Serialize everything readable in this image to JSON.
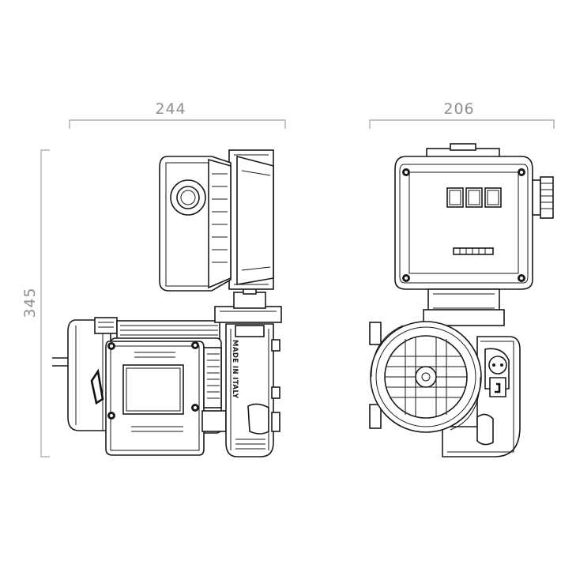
{
  "dimensions": {
    "width_side_view": "244",
    "width_front_view": "206",
    "height": "345"
  },
  "markings": {
    "origin_stamp": "MADE IN ITALY"
  },
  "colors": {
    "line_art": "#1a1a1a",
    "dimension": "#a4a4a4",
    "dimension_text": "#8f8f8f",
    "background": "#ffffff"
  }
}
